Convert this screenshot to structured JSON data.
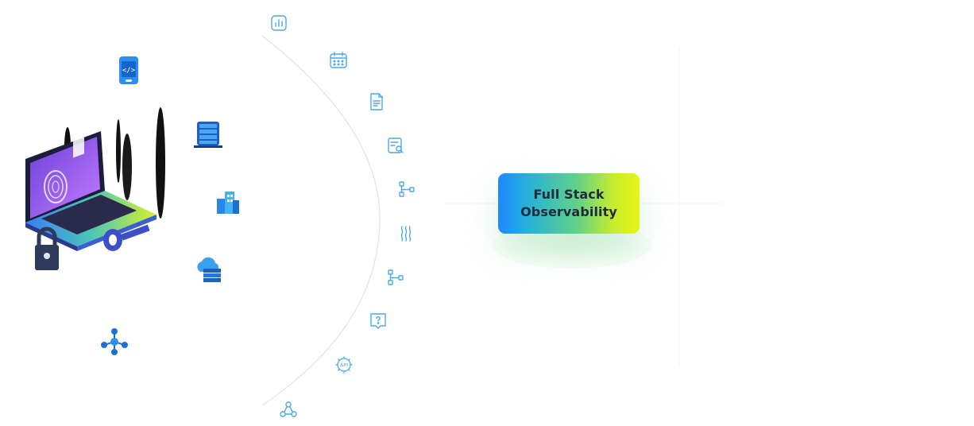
{
  "hub": {
    "line1": "Full Stack",
    "line2": "Observability"
  },
  "colors": {
    "icon_stroke": "#4aa8ec",
    "arc": "#dde3ea",
    "hub_gradient": [
      "#1e88ff",
      "#5fd08a",
      "#e6f516"
    ],
    "hub_text": "#1f2a3c",
    "device_blue": "#1f6fd6"
  },
  "arc_icons": [
    "bar-chart-icon",
    "calendar-icon",
    "document-icon",
    "document-search-icon",
    "flow-branch-icon",
    "waves-icon",
    "flow-branch-icon",
    "help-chat-icon",
    "api-gear-icon",
    "network-nodes-icon"
  ],
  "left_icons": [
    "mobile-code-icon",
    "server-rack-icon",
    "buildings-icon",
    "cloud-server-icon",
    "cluster-network-icon"
  ],
  "illustration": "laptop-security-illustration"
}
